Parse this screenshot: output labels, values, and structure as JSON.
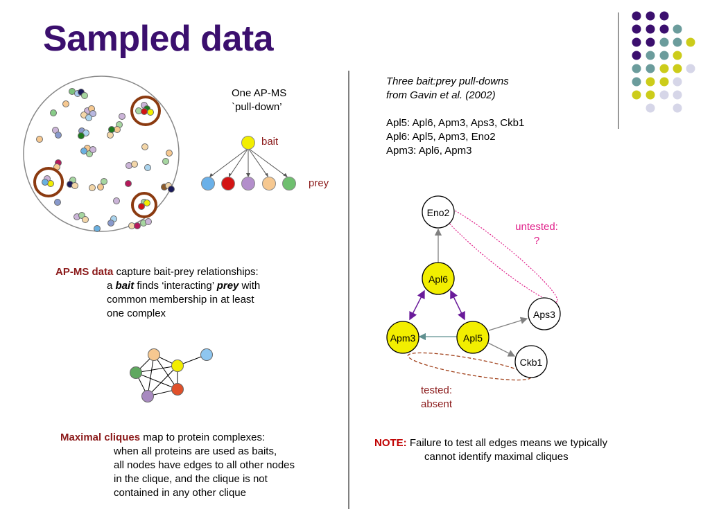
{
  "title": "Sampled data",
  "pulldown": {
    "label_line1": "One AP-MS",
    "label_line2": "`pull-down’",
    "bait_label": "bait",
    "prey_label": "prey"
  },
  "apms": {
    "lead": "AP-MS data",
    "line1_rest": " capture bait-prey relationships:",
    "line2_a": "a ",
    "line2_bait": "bait",
    "line2_b": " finds ‘interacting’ ",
    "line2_prey": "prey",
    "line2_c": " with",
    "line3": "common membership in at least",
    "line4": "one complex"
  },
  "cliques": {
    "lead": "Maximal cliques",
    "line1_rest": " map to protein complexes:",
    "line2": "when all proteins are used as baits,",
    "line3": "all nodes have edges to all other nodes",
    "line4": "in the clique, and the clique is not",
    "line5": "contained in any other clique"
  },
  "gavin": {
    "line1": "Three bait:prey pull-downs",
    "line2": "from Gavin et al. (2002)",
    "row1": "Apl5: Apl6, Apm3, Aps3, Ckb1",
    "row2": "Apl6: Apl5, Apm3, Eno2",
    "row3": "Apm3: Apl6, Apm3"
  },
  "graph": {
    "nodes": {
      "eno2": "Eno2",
      "apl6": "Apl6",
      "apm3": "Apm3",
      "apl5": "Apl5",
      "aps3": "Aps3",
      "ckb1": "Ckb1"
    },
    "untested_line1": "untested:",
    "untested_line2": "?",
    "tested_line1": "tested:",
    "tested_line2": "absent"
  },
  "note": {
    "lead": "NOTE:",
    "line1_rest": " Failure to test all edges means we typically",
    "line2": "cannot identify maximal cliques"
  },
  "colors": {
    "title": "#3b0f6e",
    "bait_yellow": "#f2ee00",
    "dark_red": "#8b1a1a",
    "pink": "#e0208a",
    "purple_arrow": "#6a1b9a",
    "teal_arrow": "#5f9090",
    "brown_ring": "#8b3a10"
  }
}
